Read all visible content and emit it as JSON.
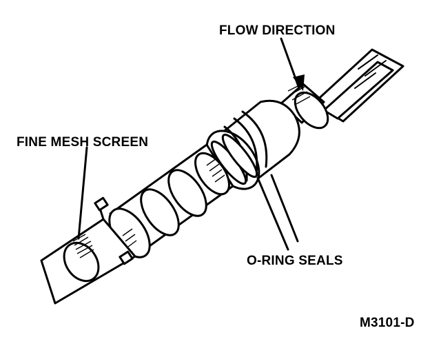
{
  "diagram": {
    "labels": {
      "flow_direction": "FLOW DIRECTION",
      "fine_mesh_screen": "FINE MESH SCREEN",
      "o_ring_seals": "O-RING SEALS",
      "figure_id": "M3101-D"
    }
  }
}
